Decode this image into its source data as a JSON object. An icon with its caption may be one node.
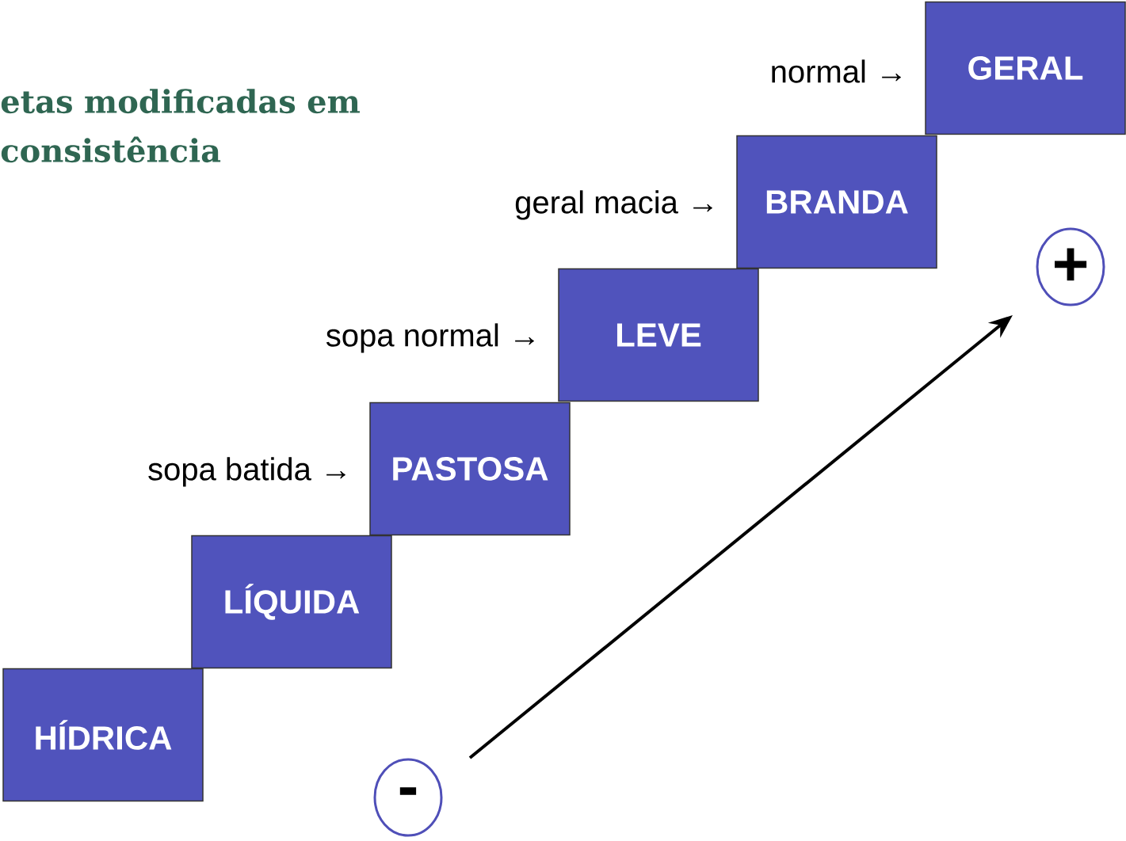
{
  "diagram": {
    "title": "etas modificadas em consistência",
    "nodes": [
      {
        "text": [
          "HÍDRICA"
        ]
      },
      {
        "text": [
          "LÍQUIDA"
        ]
      },
      {
        "text": [
          "PASTOSA"
        ],
        "beside": [
          "sopa batida →"
        ]
      },
      {
        "text": [
          "LEVE"
        ],
        "beside": [
          "sopa normal →"
        ]
      },
      {
        "text": [
          "BRANDA"
        ],
        "beside": [
          "geral macia →"
        ]
      },
      {
        "text": [
          "GERAL"
        ],
        "beside": [
          "normal →"
        ]
      },
      {
        "text": [
          "-"
        ]
      },
      {
        "text": [
          "+"
        ]
      }
    ]
  }
}
